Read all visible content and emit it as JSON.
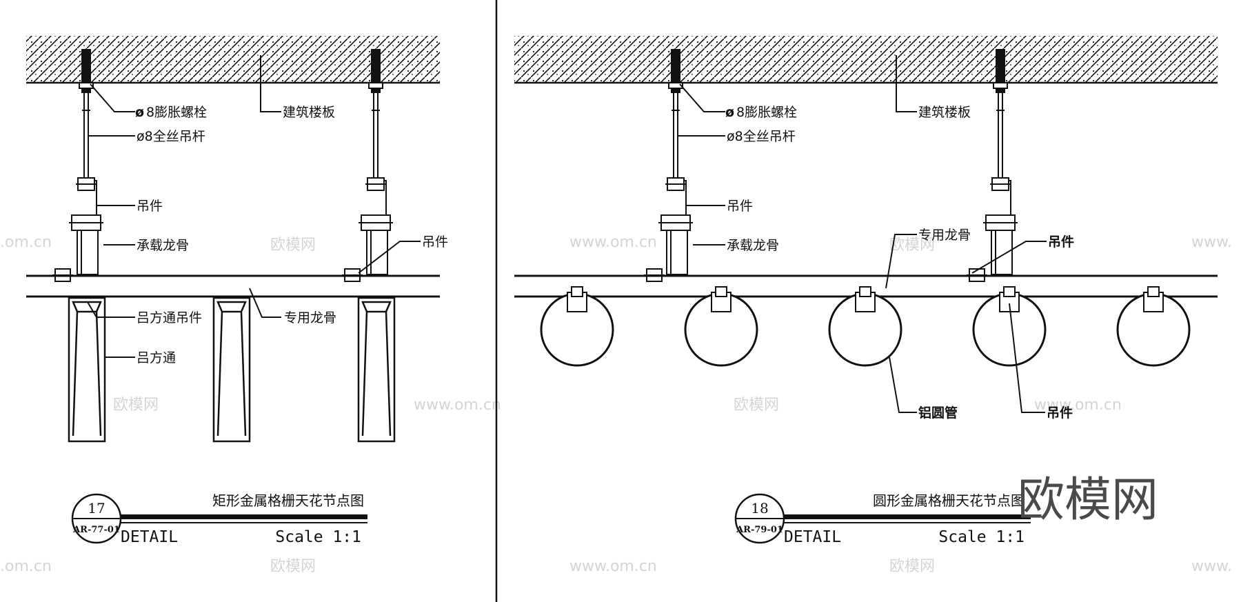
{
  "colors": {
    "line": "#111111",
    "watermark": "#d4d4d4",
    "logo": "#4a4a4a"
  },
  "left_detail": {
    "labels": {
      "bolt": "8膨胀螺栓",
      "bolt_symbol": "ø",
      "floor": "建筑楼板",
      "rod": "ø8全丝吊杆",
      "hanger": "吊件",
      "main_keel": "承载龙骨",
      "hanger_right": "吊件",
      "tube_hanger": "吕方通吊件",
      "special_keel": "专用龙骨",
      "tube": "吕方通"
    },
    "title": "矩形金属格栅天花节点图",
    "detail_number": "17",
    "sheet": "AR-77-01",
    "detail_word": "DETAIL",
    "scale": "Scale 1:1"
  },
  "right_detail": {
    "labels": {
      "bolt": "8膨胀螺栓",
      "bolt_symbol": "ø",
      "floor": "建筑楼板",
      "rod": "ø8全丝吊杆",
      "hanger": "吊件",
      "main_keel": "承载龙骨",
      "special_keel": "专用龙骨",
      "hanger_right": "吊件",
      "pipe": "铝圆管",
      "pipe_hanger": "吊件"
    },
    "title": "圆形金属格栅天花节点图",
    "detail_number": "18",
    "sheet": "AR-79-01",
    "detail_word": "DETAIL",
    "scale": "Scale 1:1"
  },
  "watermarks": {
    "url": "www.om.cn",
    "cn": "欧模网",
    "url_clipped": ".om.cn",
    "url_clipped_right": "www."
  },
  "logo": "欧模网"
}
